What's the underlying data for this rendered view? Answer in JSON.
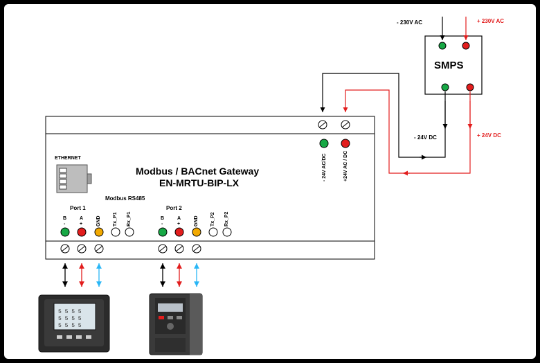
{
  "power": {
    "ac_neg": "- 230V AC",
    "ac_pos": "+ 230V AC",
    "smps_label": "SMPS",
    "dc_neg": "- 24V DC",
    "dc_pos": "+ 24V DC"
  },
  "gateway": {
    "ethernet_label": "ETHERNET",
    "title_line1": "Modbus / BACnet Gateway",
    "title_line2": "EN-MRTU-BIP-LX",
    "rs485_label": "Modbus RS485",
    "dc_neg_terminal": "- 24V AC/DC",
    "dc_pos_terminal": "+24V AC / DC"
  },
  "port1": {
    "label": "Port 1",
    "pins": [
      "B",
      "A",
      "GND",
      "Tx_P1",
      "Rx_P1"
    ],
    "pin_signs": [
      "-",
      "+"
    ]
  },
  "port2": {
    "label": "Port 2",
    "pins": [
      "B",
      "A",
      "GND",
      "Tx_P2",
      "Rx_P2"
    ],
    "pin_signs": [
      "-",
      "+"
    ]
  },
  "colors": {
    "green_led": "#17a845",
    "red_led": "#e21d1d",
    "yellow_led": "#f2a900",
    "red_wire": "#e21d1d",
    "blue_wire": "#29b6f6"
  },
  "icons": [
    "ethernet-port-icon",
    "screw-terminal-icon",
    "energy-meter-device",
    "vfd-drive-device"
  ]
}
